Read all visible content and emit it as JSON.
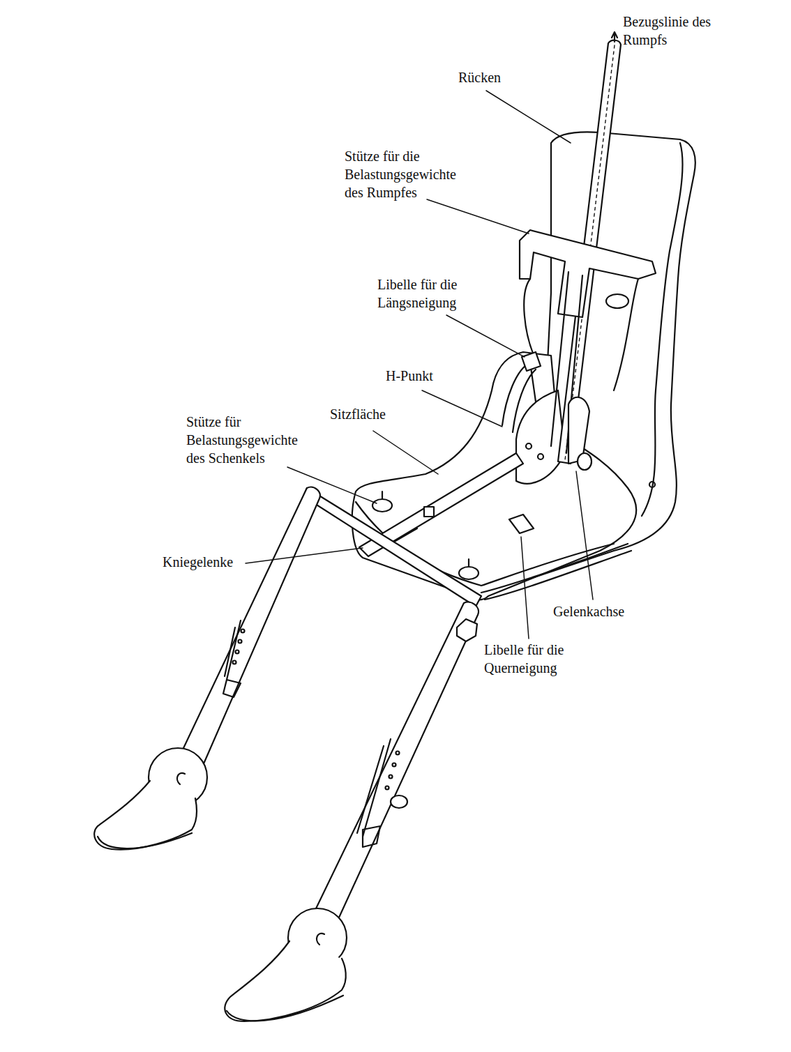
{
  "diagram": {
    "labels": [
      "Bezugslinie des Rumpfs",
      "Rücken",
      "Stütze für die Belastungsgewichte des Rumpfes",
      "Libelle für die Längsneigung",
      "H-Punkt",
      "Sitzfläche",
      "Stütze für Belastungsgewichte des Schenkels",
      "Kniegelenke",
      "Gelenkachse",
      "Libelle für die Querneigung"
    ]
  }
}
